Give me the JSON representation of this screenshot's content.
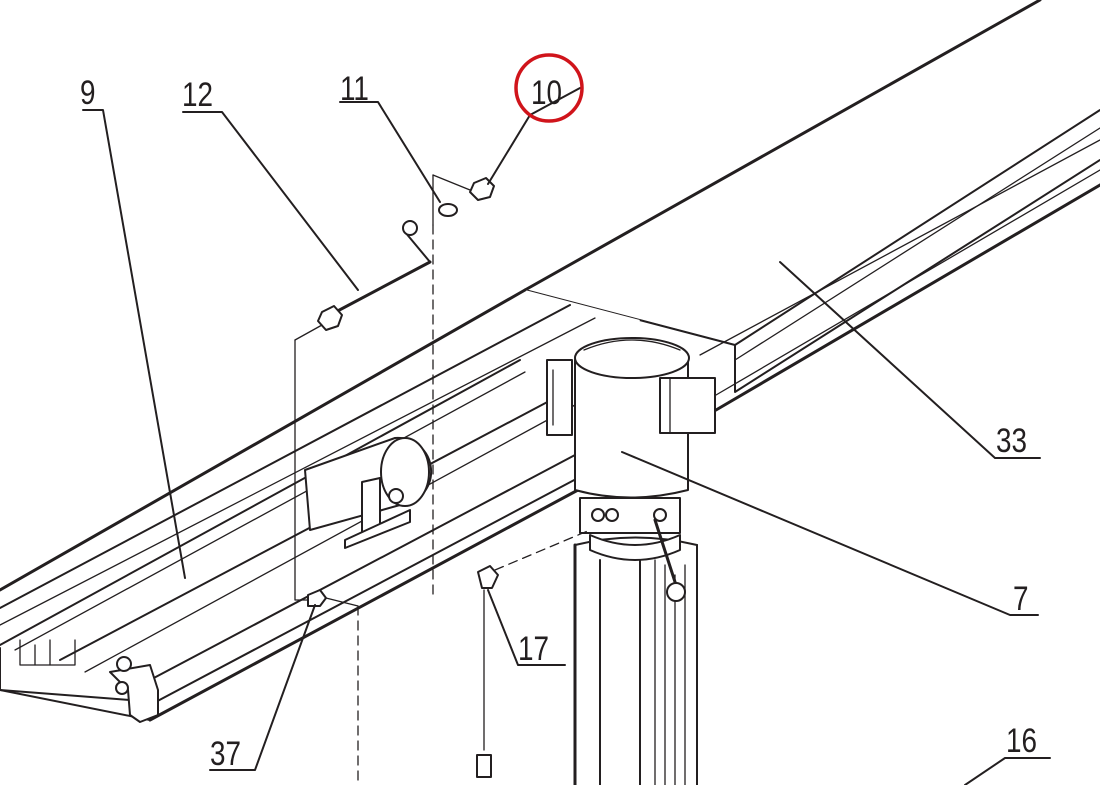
{
  "callouts": [
    {
      "id": "callout-9",
      "label": "9"
    },
    {
      "id": "callout-12",
      "label": "12"
    },
    {
      "id": "callout-11",
      "label": "11"
    },
    {
      "id": "callout-10",
      "label": "10",
      "highlighted": true
    },
    {
      "id": "callout-33",
      "label": "33"
    },
    {
      "id": "callout-7",
      "label": "7"
    },
    {
      "id": "callout-17",
      "label": "17"
    },
    {
      "id": "callout-37",
      "label": "37"
    },
    {
      "id": "callout-16",
      "label": "16"
    }
  ],
  "colors": {
    "line": "#231f20",
    "highlight": "#d0141b",
    "background": "#ffffff"
  }
}
